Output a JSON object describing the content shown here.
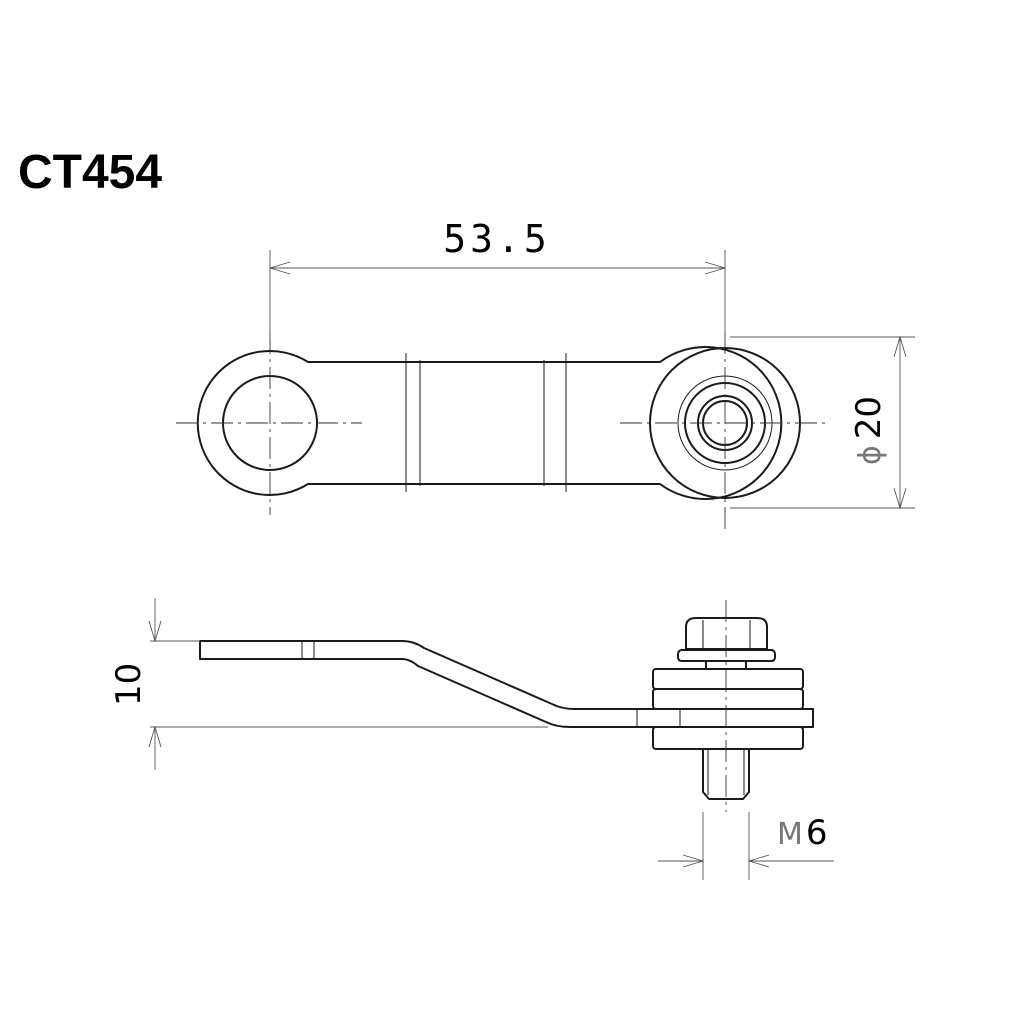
{
  "drawing": {
    "part_number": "CT454",
    "dimensions": {
      "length": "53.5",
      "diameter_symbol": "ϕ",
      "diameter": "20",
      "height": "10",
      "thread_prefix": "M",
      "thread_size": "6"
    }
  },
  "colors": {
    "line": "#1a1a1a",
    "dimension_line": "#555555",
    "background": "#ffffff"
  }
}
